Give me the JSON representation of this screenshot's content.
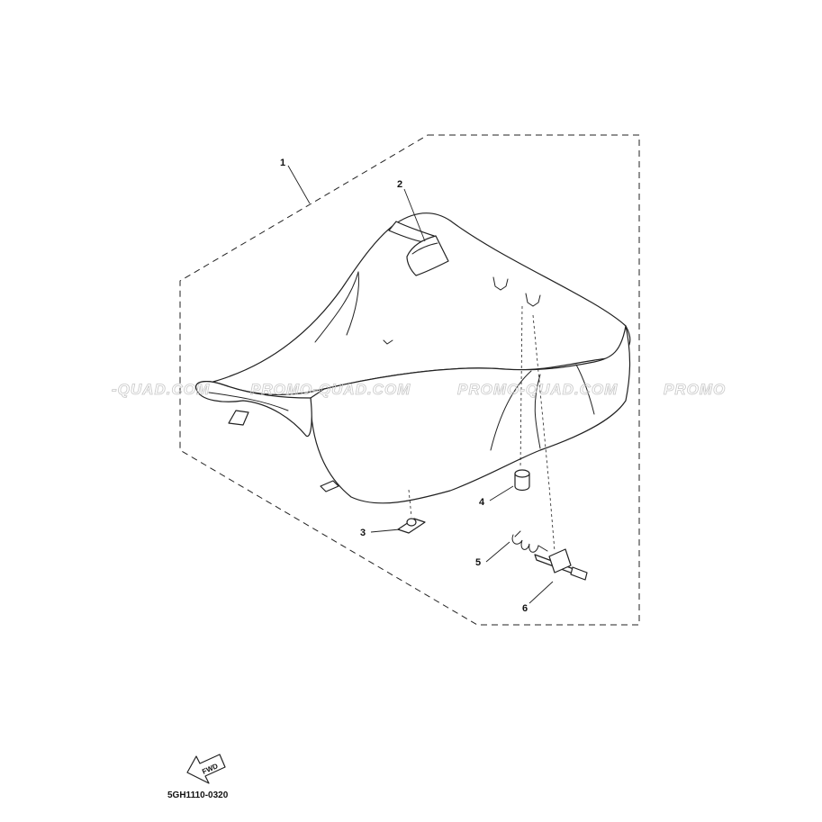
{
  "diagram": {
    "callouts": [
      {
        "id": "1",
        "label": "1"
      },
      {
        "id": "2",
        "label": "2"
      },
      {
        "id": "3",
        "label": "3"
      },
      {
        "id": "4",
        "label": "4"
      },
      {
        "id": "5",
        "label": "5"
      },
      {
        "id": "6",
        "label": "6"
      }
    ],
    "watermark_texts": [
      "-QUAD.COM",
      "PROMO-QUAD.COM",
      "PROMO-QUAD.COM",
      "PROMO"
    ],
    "fwd_label": "FWD",
    "diagram_code": "5GH1110-0320"
  }
}
